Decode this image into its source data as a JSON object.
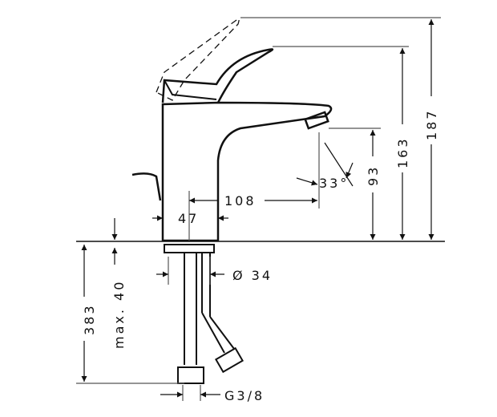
{
  "diagram": {
    "type": "technical-dimension-drawing",
    "subject": "single-lever basin mixer faucet",
    "colors": {
      "line": "#111111",
      "background": "#ffffff",
      "extension_line": "#555555"
    },
    "dimensions": {
      "total_height": {
        "value": "187",
        "orientation": "vertical"
      },
      "lever_height": {
        "value": "163",
        "orientation": "vertical"
      },
      "spout_height": {
        "value": "93",
        "orientation": "vertical"
      },
      "spout_reach": {
        "value": "108",
        "orientation": "horizontal"
      },
      "base_width": {
        "value": "47",
        "orientation": "horizontal"
      },
      "spout_angle": {
        "value": "33°",
        "orientation": "angular"
      },
      "below_counter_length": {
        "value": "383",
        "orientation": "vertical"
      },
      "max_counter_thickness": {
        "value": "max. 40",
        "orientation": "vertical"
      },
      "mount_hole_diameter": {
        "value": "Ø 34",
        "orientation": "horizontal"
      },
      "connection_thread": {
        "value": "G3/8",
        "orientation": "horizontal"
      }
    }
  }
}
